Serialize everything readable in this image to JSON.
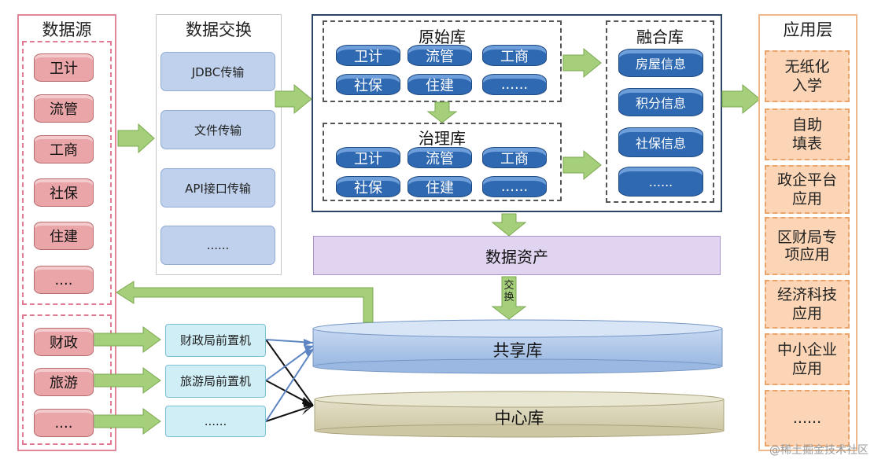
{
  "data_source": {
    "title": "数据源",
    "upper_items": [
      "卫计",
      "流管",
      "工商",
      "社保",
      "住建",
      "...."
    ],
    "lower_items": [
      "财政",
      "旅游",
      "...."
    ]
  },
  "data_exchange": {
    "title": "数据交换",
    "items": [
      "JDBC传输",
      "文件传输",
      "API接口传输",
      "......"
    ]
  },
  "raw_db": {
    "title": "原始库",
    "items": [
      "卫计",
      "流管",
      "工商",
      "社保",
      "住建",
      "......"
    ]
  },
  "governance_db": {
    "title": "治理库",
    "items": [
      "卫计",
      "流管",
      "工商",
      "社保",
      "住建",
      "......"
    ]
  },
  "fusion_db": {
    "title": "融合库",
    "items": [
      "房屋信息",
      "积分信息",
      "社保信息",
      "......"
    ]
  },
  "data_assets": {
    "label": "数据资产"
  },
  "exchange_arrow_label": "交换",
  "front_machines": [
    "财政局前置机",
    "旅游局前置机",
    "......"
  ],
  "shared_db": {
    "label": "共享库"
  },
  "center_db": {
    "label": "中心库"
  },
  "app_layer": {
    "title": "应用层",
    "items": [
      "无纸化入学",
      "自助填表",
      "政企平台应用",
      "区财局专项应用",
      "经济科技应用",
      "中小企业应用",
      "......"
    ]
  },
  "watermark": "@稀土掘金技术社区"
}
